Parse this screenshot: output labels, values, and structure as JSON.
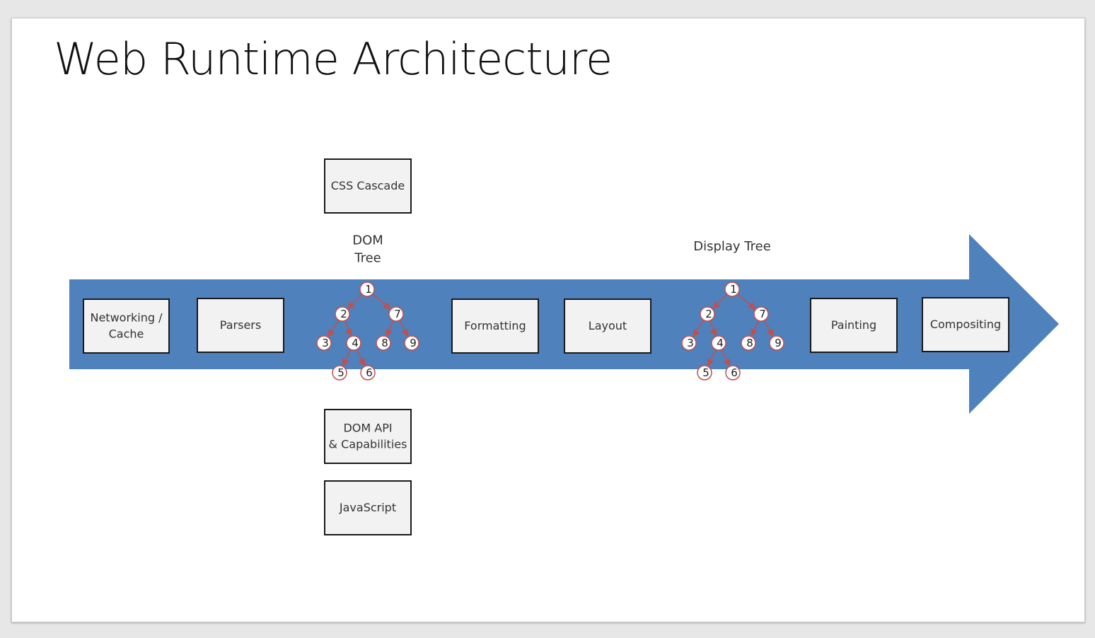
{
  "slide": {
    "title": "Web Runtime Architecture"
  },
  "colors": {
    "arrow": "#4f81bd",
    "box_fill": "#f2f2f2",
    "box_stroke": "#1a1a1a",
    "node_fill": "#ffffff",
    "node_stroke": "#c0504d",
    "edge": "#c0504d"
  },
  "pipeline": {
    "networking": "Networking /\nCache",
    "parsers": "Parsers",
    "formatting": "Formatting",
    "layout": "Layout",
    "painting": "Painting",
    "compositing": "Compositing"
  },
  "side_boxes": {
    "css_cascade": "CSS Cascade",
    "dom_api": "DOM API\n& Capabilities",
    "javascript": "JavaScript"
  },
  "trees": {
    "dom_tree_caption": "DOM\nTree",
    "display_tree_caption": "Display Tree",
    "node_labels": [
      "1",
      "2",
      "3",
      "4",
      "5",
      "6",
      "7",
      "8",
      "9"
    ],
    "edges": [
      [
        1,
        2
      ],
      [
        1,
        7
      ],
      [
        2,
        3
      ],
      [
        2,
        4
      ],
      [
        4,
        5
      ],
      [
        4,
        6
      ],
      [
        7,
        8
      ],
      [
        7,
        9
      ]
    ]
  }
}
